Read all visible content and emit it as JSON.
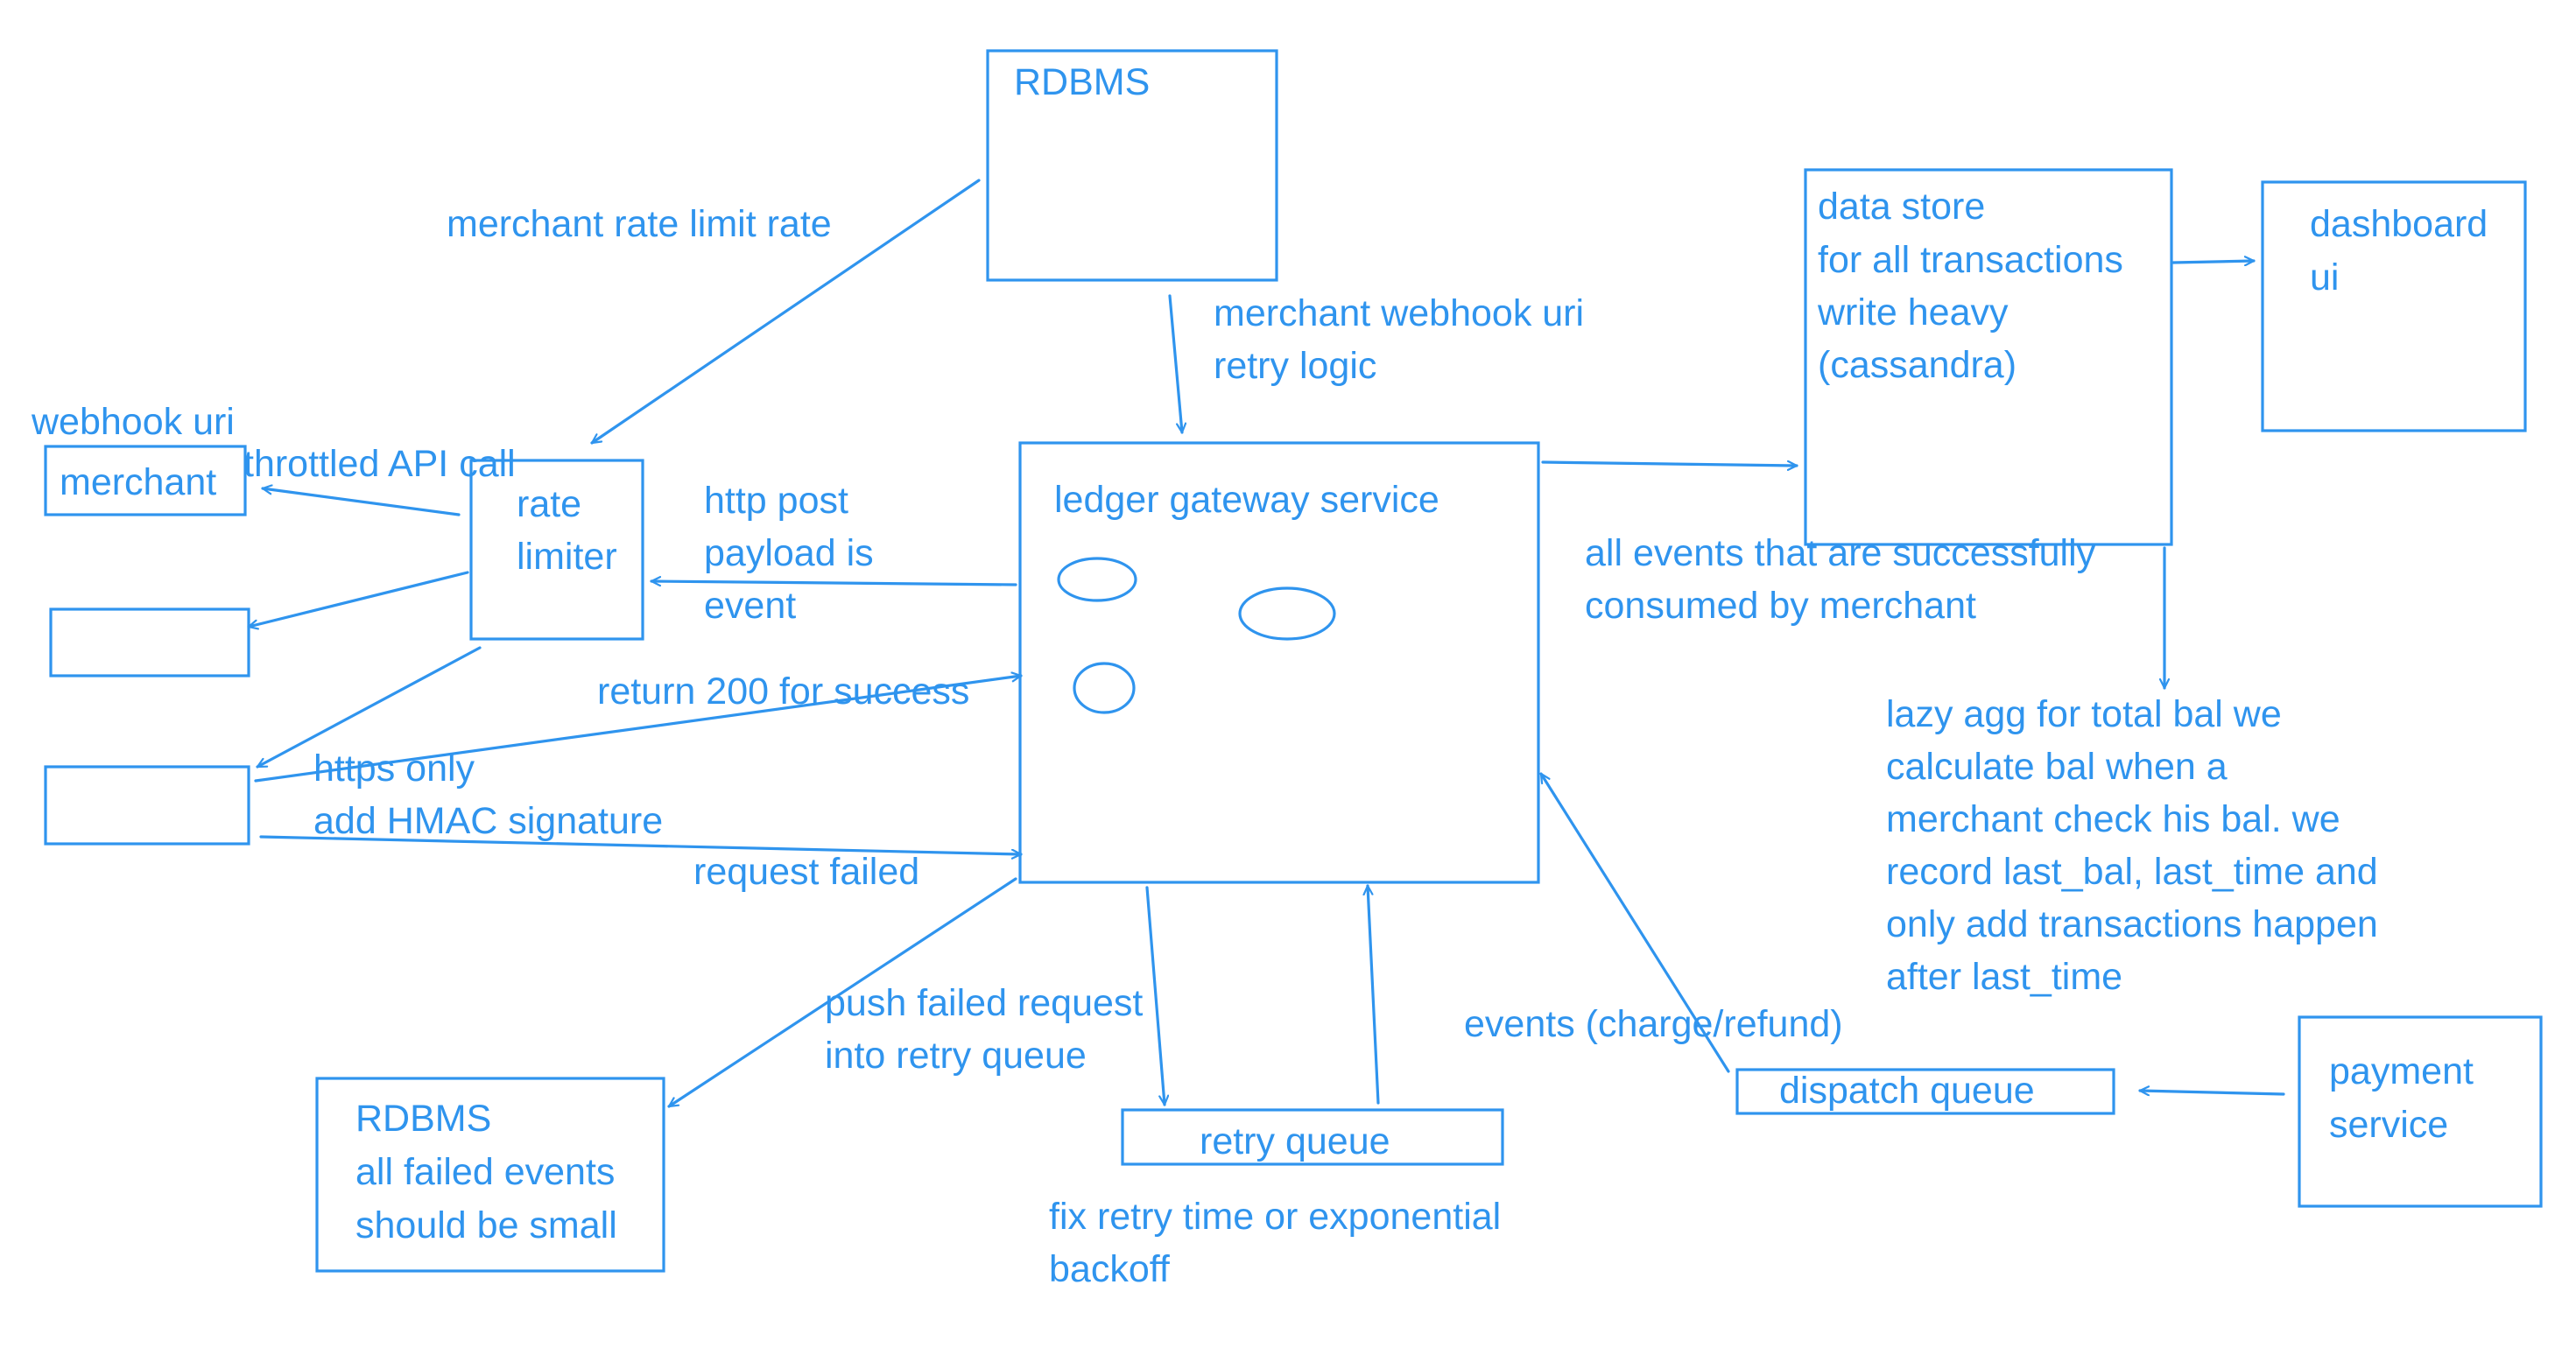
{
  "ink_color": "#2f94ee",
  "boxes": {
    "rdbms_top": {
      "lines": [
        "RDBMS"
      ]
    },
    "data_store": {
      "lines": [
        "data store",
        "for all transactions",
        "write heavy",
        "(cassandra)"
      ]
    },
    "dashboard": {
      "lines": [
        "dashboard",
        "ui"
      ]
    },
    "merchant": {
      "lines": [
        "merchant"
      ]
    },
    "rate_limiter": {
      "lines": [
        "rate",
        "limiter"
      ]
    },
    "ledger_gateway": {
      "lines": [
        "ledger gateway service"
      ]
    },
    "rdbms_failed": {
      "lines": [
        "RDBMS",
        "all failed events",
        "should be small"
      ]
    },
    "retry_queue": {
      "lines": [
        "retry queue"
      ]
    },
    "dispatch_queue": {
      "lines": [
        "dispatch queue"
      ]
    },
    "payment_service": {
      "lines": [
        "payment",
        "service"
      ]
    }
  },
  "labels": {
    "merchant_rate_limit": [
      "merchant rate limit rate"
    ],
    "merchant_webhook": [
      "merchant webhook uri",
      "retry logic"
    ],
    "webhook_uri": [
      "webhook uri"
    ],
    "throttled_call": [
      "throttled API call"
    ],
    "http_post": [
      "http post",
      "payload is",
      "event"
    ],
    "return_200": [
      "return 200 for success"
    ],
    "https_only": [
      "https only",
      "add HMAC signature"
    ],
    "request_failed": [
      "request failed"
    ],
    "push_failed": [
      "push failed request",
      "into retry queue"
    ],
    "fix_retry": [
      "fix retry time or exponential",
      "backoff"
    ],
    "all_events": [
      "all events that are successfully",
      "consumed by merchant"
    ],
    "lazy_agg": [
      "lazy agg for total bal we",
      "calculate bal when a",
      "merchant check his bal. we",
      "record last_bal, last_time and",
      "only add transactions happen",
      "after last_time"
    ],
    "events_charge": [
      "events (charge/refund)"
    ]
  }
}
